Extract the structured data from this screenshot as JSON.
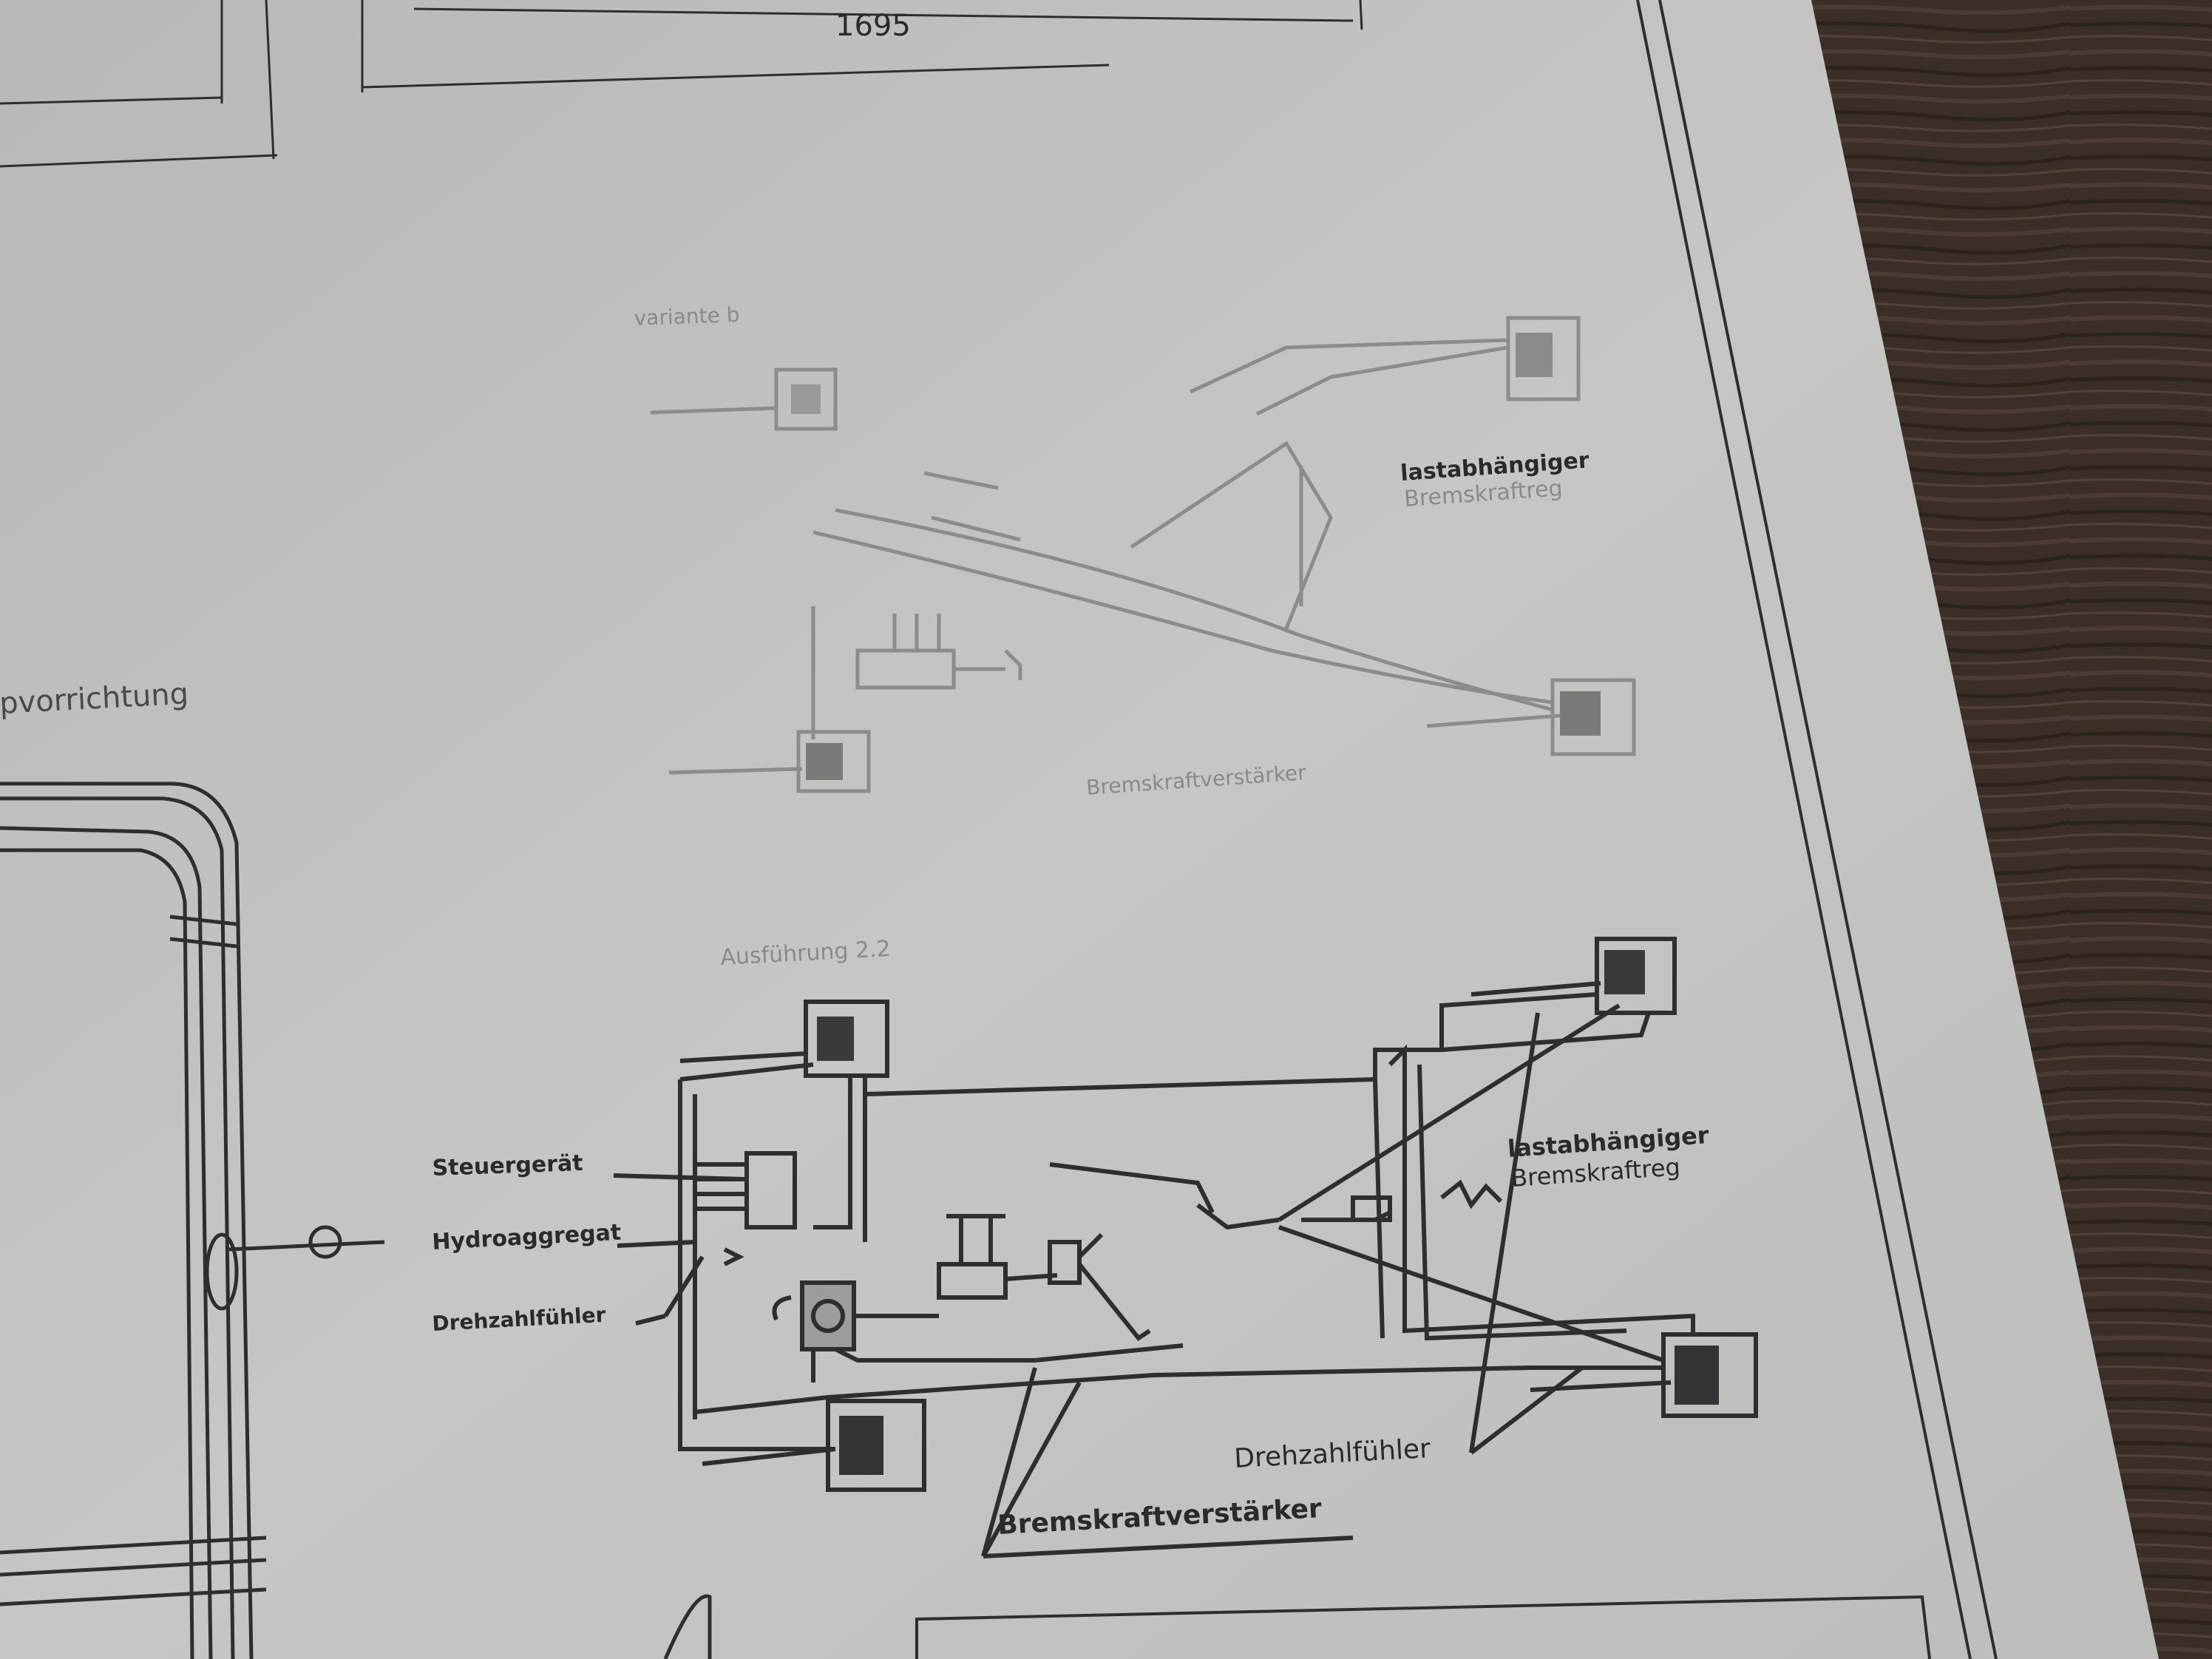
{
  "dimension": {
    "value": "1695"
  },
  "section_a": {
    "variant_label": "variante b",
    "load_regulator_line1": "lastabhängiger",
    "load_regulator_line2": "Bremskraftreg",
    "brake_booster": "Bremskraftverstärker",
    "partial_heading": "pvorrichtung"
  },
  "section_b": {
    "heading": "Ausführung 2.2",
    "control_unit": "Steuergerät",
    "hydraulic_unit": "Hydroaggregat",
    "wheel_speed_sensor": "Drehzahlfühler",
    "load_regulator_line1": "lastabhängiger",
    "load_regulator_line2": "Bremskraftreg",
    "speed_sensor": "Drehzahlfühler",
    "brake_booster": "Bremskraftverstärker"
  },
  "colors": {
    "paper": "#c4c4c2",
    "wood": "#3a2e26",
    "ink": "#2e2e2e"
  }
}
